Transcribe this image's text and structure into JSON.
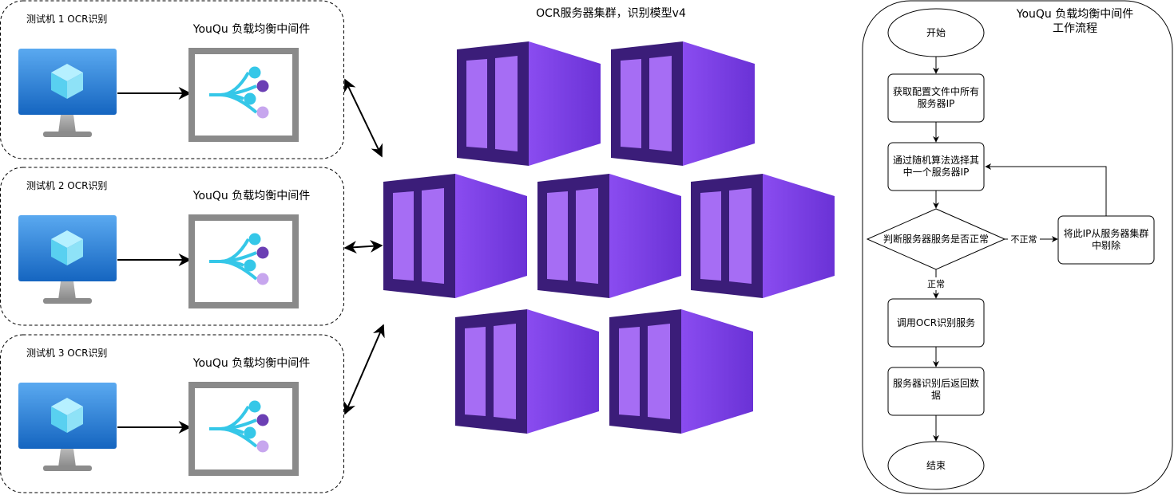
{
  "test_machines": [
    {
      "label": "测试机 1 OCR识别",
      "middleware": "YouQu 负载均衡中间件"
    },
    {
      "label": "测试机 2 OCR识别",
      "middleware": "YouQu 负载均衡中间件"
    },
    {
      "label": "测试机 3 OCR识别",
      "middleware": "YouQu 负载均衡中间件"
    }
  ],
  "cluster": {
    "title": "OCR服务器集群，识别模型v4",
    "server_count": 7
  },
  "workflow": {
    "title_line1": "YouQu 负载均衡中间件",
    "title_line2": "工作流程",
    "start": "开始",
    "step1_line1": "获取配置文件中所有",
    "step1_line2": "服务器IP",
    "step2_line1": "通过随机算法选择其",
    "step2_line2": "中一个服务器IP",
    "decision": "判断服务器服务是否正常",
    "no_label": "不正常",
    "remove_line1": "将此IP从服务器集群",
    "remove_line2": "中剔除",
    "yes_label": "正常",
    "step3": "调用OCR识别服务",
    "step4_line1": "服务器识别后返回数",
    "step4_line2": "据",
    "end": "结束"
  },
  "colors": {
    "container_front": "#7b3fe4",
    "container_side": "#3b1d79",
    "container_panel": "#a66df4",
    "monitor_blue": "#1f8ae0",
    "stand_gray": "#9a9a9a",
    "middleware_cyan": "#35c7e8",
    "middleware_purple": "#6b3fb4",
    "middleware_lilac": "#c7a6ee",
    "bracket_gray": "#8a8a8a"
  }
}
